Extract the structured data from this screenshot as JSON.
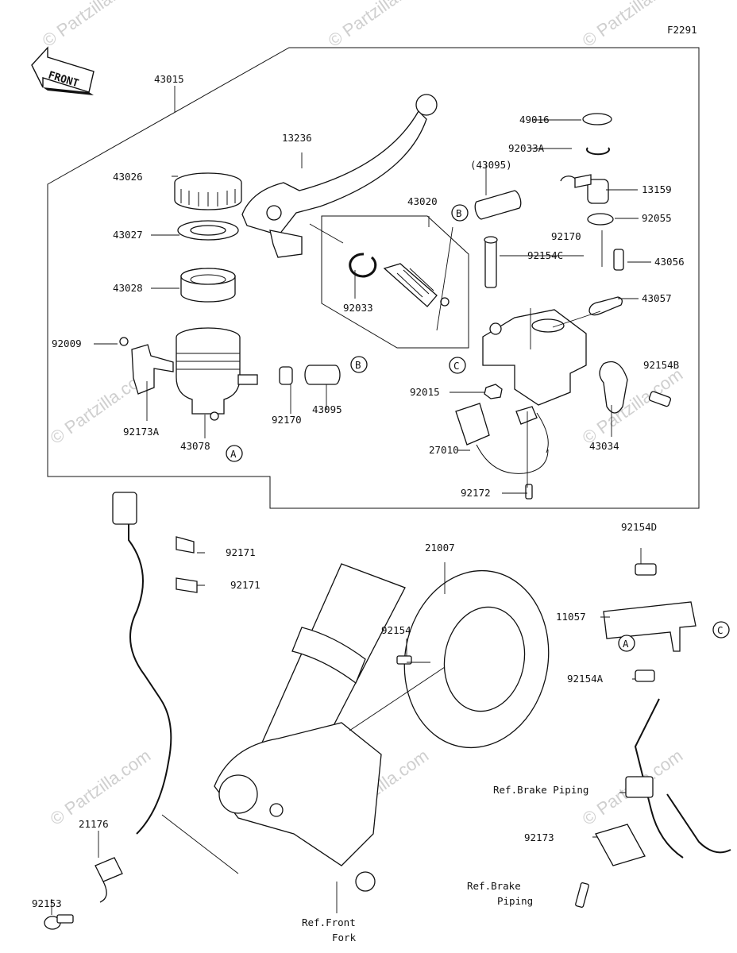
{
  "diagram": {
    "figure_code": "F2291",
    "front_label": "FRONT",
    "watermark": "© Partzilla.com",
    "callouts": {
      "A": "A",
      "B": "B",
      "C": "C"
    },
    "parts": {
      "p43015": "43015",
      "p13236": "13236",
      "p43026": "43026",
      "p43027": "43027",
      "p43028": "43028",
      "p92009": "92009",
      "p92173A": "92173A",
      "p43078": "43078",
      "p92170a": "92170",
      "p43095": "43095",
      "p43020": "43020",
      "p92033": "92033",
      "p43095p": "(43095)",
      "p92170b": "92170",
      "p49016": "49016",
      "p92033A": "92033A",
      "p13159": "13159",
      "p92055": "92055",
      "p92154C": "92154C",
      "p43056": "43056",
      "p43057": "43057",
      "p92154B": "92154B",
      "p92015": "92015",
      "p43034": "43034",
      "p27010": "27010",
      "p92172": "92172",
      "p92171a": "92171",
      "p92171b": "92171",
      "p21007": "21007",
      "p92154D": "92154D",
      "p11057": "11057",
      "p92154": "92154",
      "p92154A": "92154A",
      "p21176": "21176",
      "p92153": "92153",
      "p92173": "92173",
      "ref_brake_1": "Ref.Brake Piping",
      "ref_brake_2a": "Ref.Brake",
      "ref_brake_2b": "Piping",
      "ref_fork_a": "Ref.Front",
      "ref_fork_b": "Fork"
    }
  }
}
